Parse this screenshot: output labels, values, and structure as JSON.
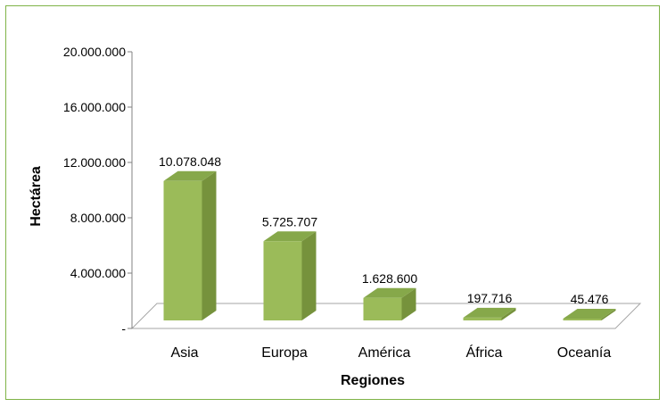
{
  "chart_data": {
    "type": "bar",
    "categories": [
      "Asia",
      "Europa",
      "América",
      "África",
      "Oceanía"
    ],
    "values": [
      10078048,
      5725707,
      1628600,
      197716,
      45476
    ],
    "data_labels": [
      "10.078.048",
      "5.725.707",
      "1.628.600",
      "197.716",
      "45.476"
    ],
    "xlabel": "Regiones",
    "ylabel": "Hectárea",
    "ylim": [
      0,
      20000000
    ],
    "y_ticks": [
      0,
      4000000,
      8000000,
      12000000,
      16000000,
      20000000
    ],
    "y_tick_labels": [
      "-",
      "4.000.000",
      "8.000.000",
      "12.000.000",
      "16.000.000",
      "20.000.000"
    ],
    "bar_color": "#9bbb59",
    "frame_color": "#7fb347",
    "grid": false,
    "legend": "none"
  }
}
